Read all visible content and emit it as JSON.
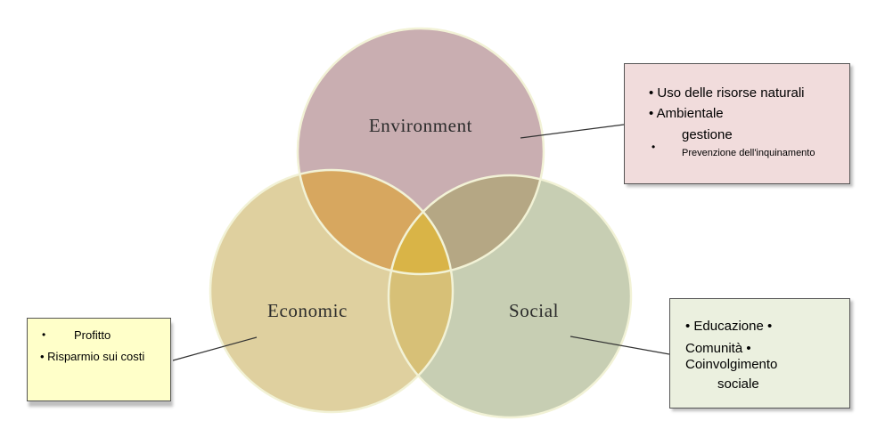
{
  "colors": {
    "environment": "#c9aeb1",
    "economic": "#dfd09f",
    "social": "#c7ceb3",
    "env_econ_overlap": "#d7a75f",
    "env_soc_overlap": "#b5a784",
    "econ_soc_overlap": "#d7c077",
    "center_overlap": "#d9b447",
    "circle_outline": "#f2f2d6",
    "connector": "#333333"
  },
  "circles": {
    "environment": {
      "label": "Environment"
    },
    "economic": {
      "label": "Economic"
    },
    "social": {
      "label": "Social"
    }
  },
  "callouts": {
    "environment": {
      "line1": "• Uso delle risorse naturali",
      "line2": "• Ambientale",
      "line3": "gestione",
      "bullet4": "•",
      "line4": "Prevenzione dell'inquinamento"
    },
    "economic": {
      "bullet1": "•",
      "line1": "Profitto",
      "line2": "• Risparmio sui costi"
    },
    "social": {
      "line1": "• Educazione •",
      "line2": "Comunità •",
      "line3": "Coinvolgimento",
      "line4": "sociale"
    }
  }
}
